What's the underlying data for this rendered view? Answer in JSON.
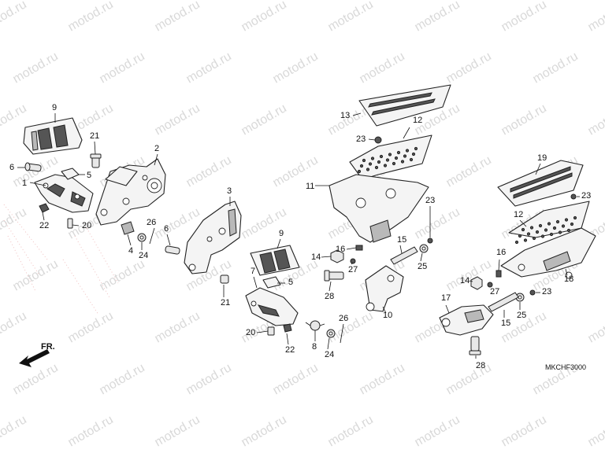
{
  "watermark": "motod.ru",
  "diagram_code": "MKCHF3000",
  "front_arrow_label": "FR.",
  "callouts": [
    "1",
    "2",
    "3",
    "4",
    "5",
    "5",
    "6",
    "6",
    "7",
    "8",
    "9",
    "9",
    "10",
    "11",
    "12",
    "12",
    "13",
    "14",
    "14",
    "15",
    "15",
    "16",
    "16",
    "17",
    "18",
    "19",
    "20",
    "20",
    "21",
    "21",
    "22",
    "22",
    "23",
    "23",
    "23",
    "23",
    "24",
    "24",
    "25",
    "25",
    "26",
    "26",
    "27",
    "27",
    "28",
    "28"
  ]
}
